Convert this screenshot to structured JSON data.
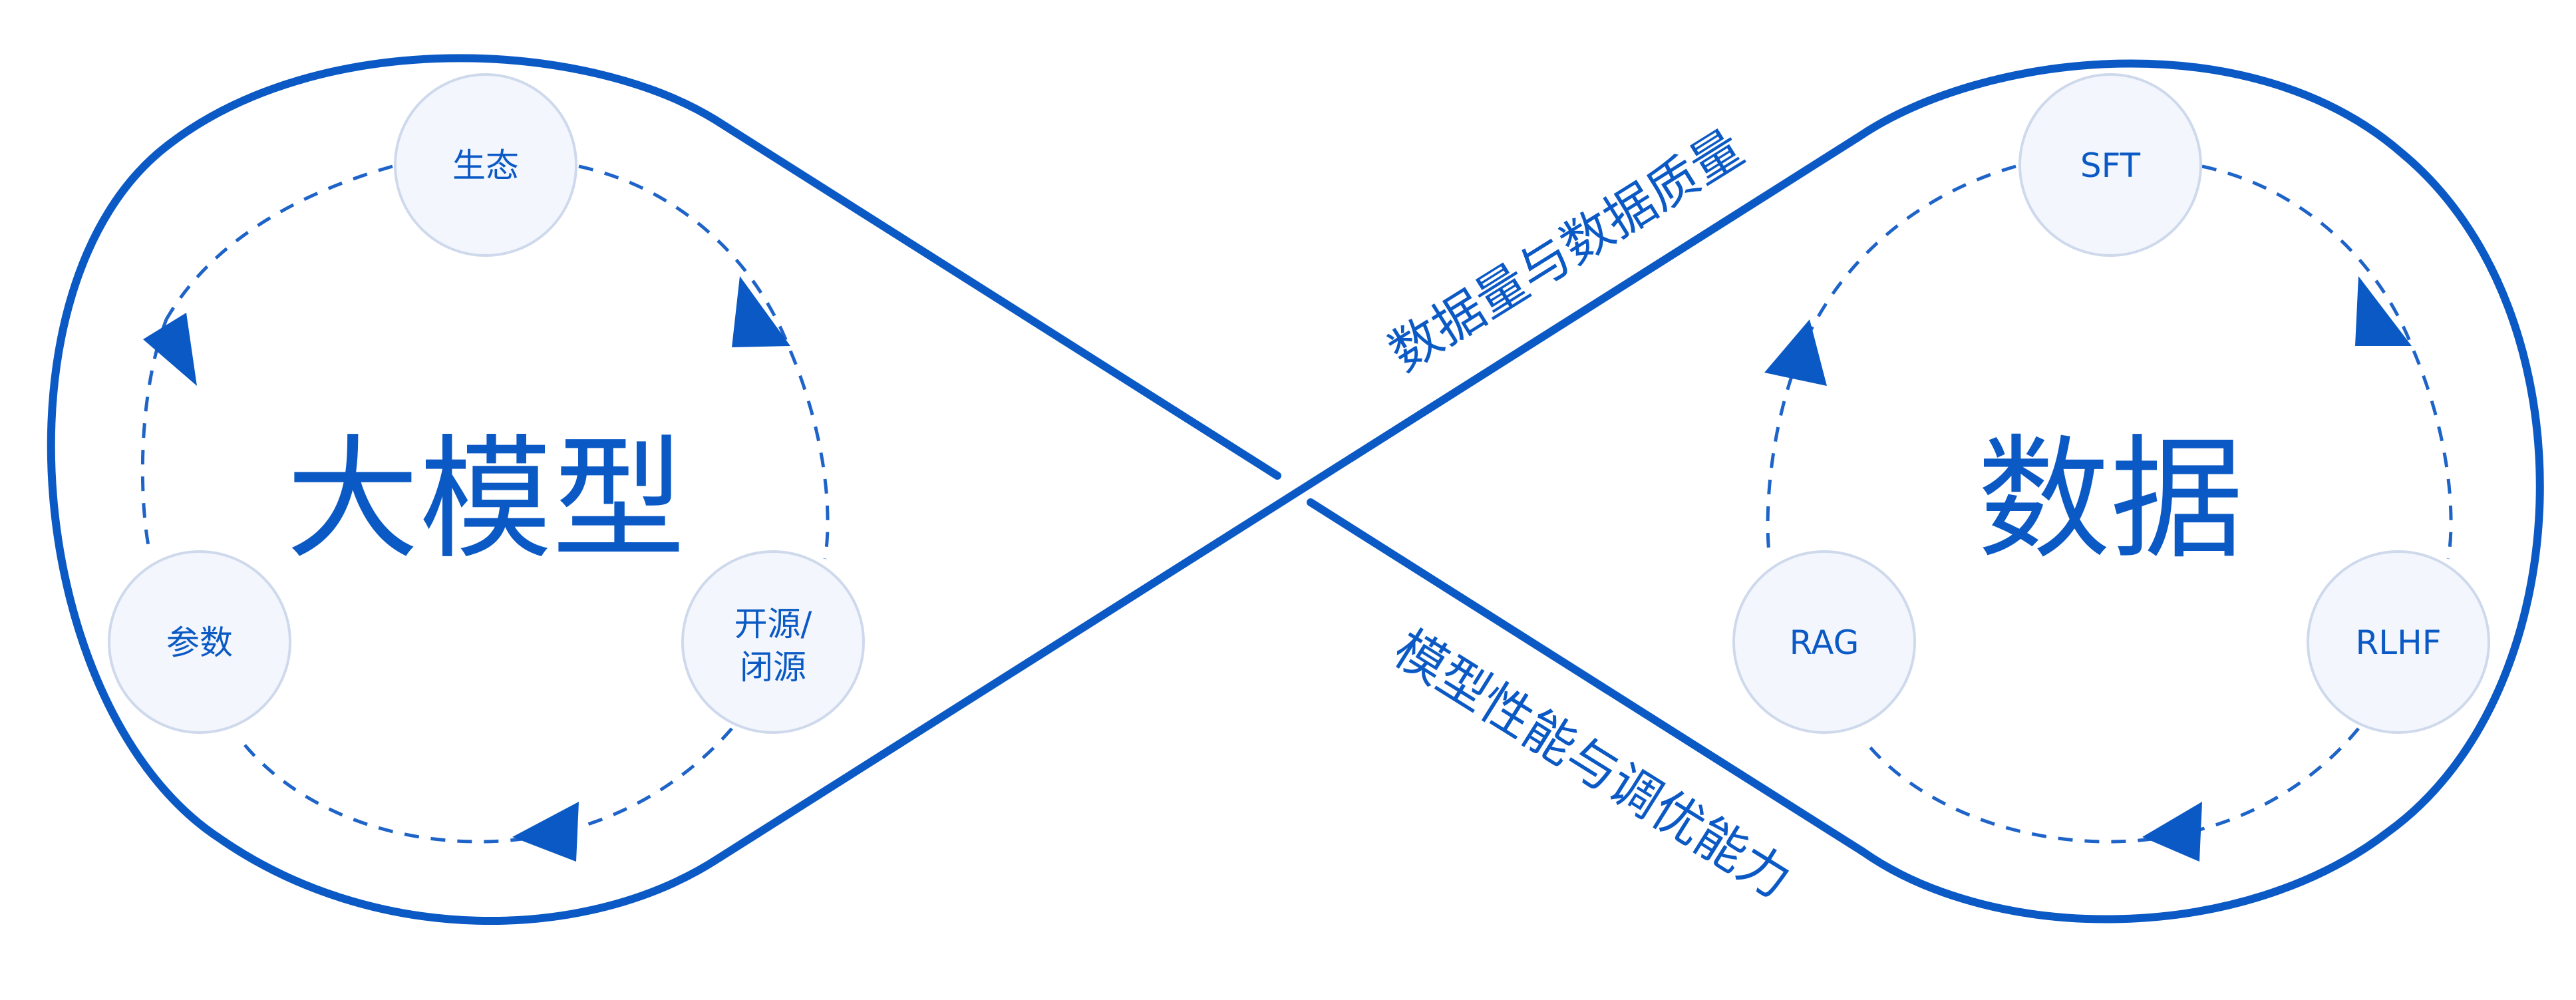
{
  "left": {
    "title": "大模型",
    "nodes": [
      "生态",
      "开源/",
      "闭源",
      "参数"
    ]
  },
  "right": {
    "title": "数据",
    "nodes": [
      "SFT",
      "RLHF",
      "RAG"
    ]
  },
  "labels": {
    "upper": "数据量与数据质量",
    "lower": "模型性能与调优能力"
  }
}
